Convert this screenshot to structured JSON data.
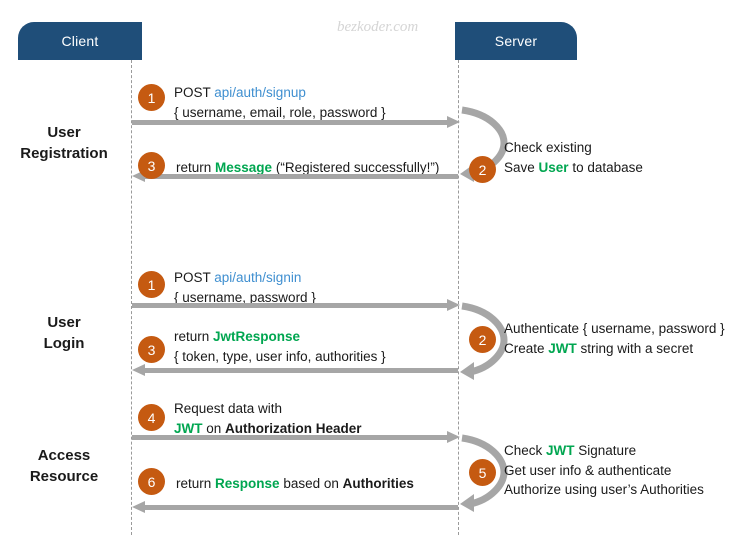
{
  "diagram": {
    "watermark": "bezkoder.com",
    "actors": {
      "client": "Client",
      "server": "Server"
    },
    "phases": [
      {
        "name": "user-registration",
        "line1": "User",
        "line2": "Registration"
      },
      {
        "name": "user-login",
        "line1": "User",
        "line2": "Login"
      },
      {
        "name": "access-resource",
        "line1": "Access",
        "line2": "Resource"
      }
    ],
    "steps": {
      "s1_signup": {
        "badge": "1",
        "l1_a": "POST ",
        "l1_url": "api/auth/signup",
        "l2": "{ username, email, role, password }"
      },
      "s2_check": {
        "badge": "2",
        "l1": "Check existing",
        "l2_a": "Save ",
        "l2_green": "User",
        "l2_b": " to database"
      },
      "s3_return_message": {
        "badge": "3",
        "l1_a": "return ",
        "l1_green": "Message",
        "l1_b": " (“Registered successfully!”)"
      },
      "s4_signin": {
        "badge": "1",
        "l1_a": "POST ",
        "l1_url": "api/auth/signin",
        "l2": "{ username, password }"
      },
      "s5_authenticate": {
        "badge": "2",
        "l1": "Authenticate { username, password }",
        "l2_a": "Create ",
        "l2_green": "JWT",
        "l2_b": " string with a secret"
      },
      "s6_jwtresponse": {
        "badge": "3",
        "l1_a": "return ",
        "l1_green": "JwtResponse",
        "l2": "{ token, type, user info, authorities }"
      },
      "s7_request_data": {
        "badge": "4",
        "l1": "Request  data with",
        "l2_green": "JWT",
        "l2_a": " on ",
        "l2_bold": "Authorization Header"
      },
      "s8_check_jwt": {
        "badge": "5",
        "l1_a": "Check ",
        "l1_green": "JWT",
        "l1_b": " Signature",
        "l2": "Get user info & authenticate",
        "l3": "Authorize using user’s Authorities"
      },
      "s9_return_response": {
        "badge": "6",
        "l1_a": "return ",
        "l1_green": "Response",
        "l1_b": " based on ",
        "l1_bold": "Authorities"
      }
    },
    "colors": {
      "actor_box": "#1F4E79",
      "badge": "#C55A11",
      "arrow": "#A6A6A6",
      "lifeline": "#9A9A9A",
      "url_text": "#3F8FD0",
      "highlight_text": "#00A650",
      "watermark": "#D5D5D5"
    }
  }
}
